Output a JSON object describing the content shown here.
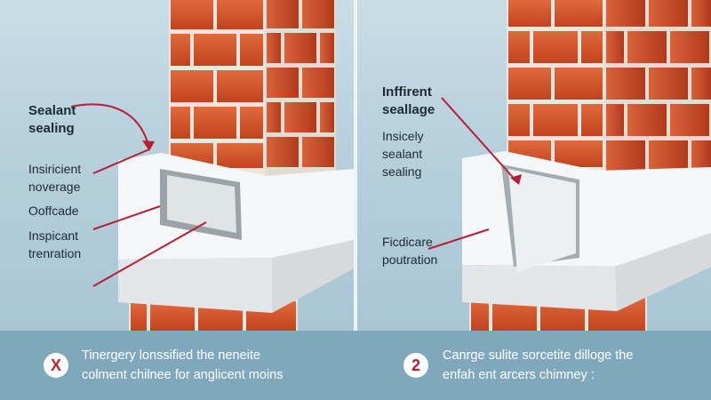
{
  "left_panel": {
    "labels": [
      {
        "key": "sealant",
        "text": "Sealant\nsealing",
        "bold": true
      },
      {
        "key": "insufficient",
        "text": "Insiricient\nnoverage",
        "bold": false
      },
      {
        "key": "offcade",
        "text": "Ooffcade",
        "bold": false
      },
      {
        "key": "inspicant",
        "text": "Inspicant\ntrenration",
        "bold": false
      }
    ]
  },
  "right_panel": {
    "labels": [
      {
        "key": "infferent",
        "text": "Inffirent\nseallage",
        "bold": true
      },
      {
        "key": "insicely",
        "text": "Insicely\nsealant\nsealing",
        "bold": false
      },
      {
        "key": "fiedicare",
        "text": "Ficdicare\npoutration",
        "bold": false
      }
    ]
  },
  "footer": {
    "left": {
      "badge": "X",
      "text": "Tinergery lonssified the neneite\ncolment chilnee for anglicent moins",
      "badge_color": "#c8202a"
    },
    "right": {
      "badge": "2",
      "text": "Canrge sulite sorcetite dilloge the\nenfah ent arcers chimney :",
      "badge_color": "#b8202a"
    }
  },
  "colors": {
    "brick": "#d2552e",
    "mortar": "#e9e4dc",
    "arrow": "#b81d35",
    "footer": "#7fa8bc",
    "flashing": "#f4f5f6"
  }
}
